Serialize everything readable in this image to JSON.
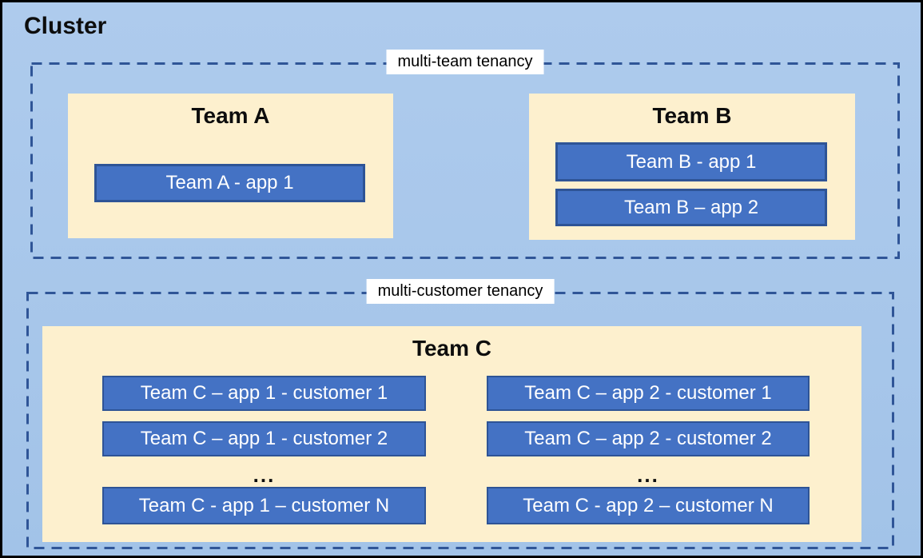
{
  "cluster": {
    "title": "Cluster"
  },
  "zones": [
    {
      "label": "multi-team tenancy",
      "teams": [
        {
          "name": "Team A",
          "apps": [
            "Team A - app 1"
          ]
        },
        {
          "name": "Team B",
          "apps": [
            "Team B - app 1",
            "Team B – app 2"
          ]
        }
      ]
    },
    {
      "label": "multi-customer tenancy",
      "teams": [
        {
          "name": "Team C",
          "columns": [
            {
              "apps": [
                "Team C – app 1 - customer 1",
                "Team C – app 1 - customer 2",
                "Team C - app 1 – customer N"
              ],
              "ellipsis": "..."
            },
            {
              "apps": [
                "Team C – app 2 - customer 1",
                "Team C – app 2 - customer 2",
                "Team C - app 2 – customer N"
              ],
              "ellipsis": "..."
            }
          ]
        }
      ]
    }
  ],
  "colors": {
    "background_blue": "#A7C5E9",
    "team_panel_fill": "#FDF0CE",
    "app_fill": "#4472C4",
    "app_border": "#2E5496",
    "dashed_border": "#2F5597",
    "zone_label_background": "#FFFFFF",
    "text_dark": "#000000",
    "text_light": "#FFFFFF"
  }
}
